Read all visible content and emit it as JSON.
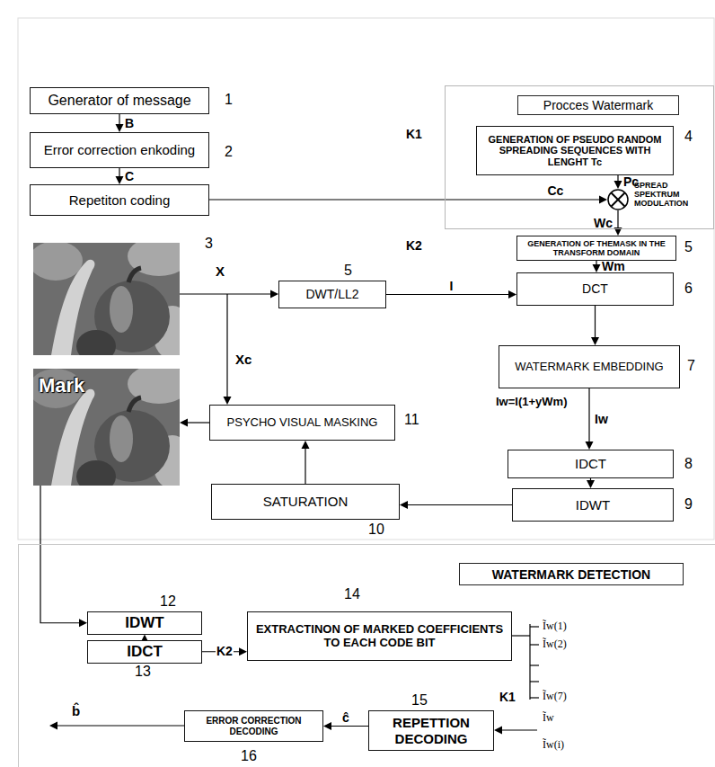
{
  "diagram": {
    "nodes": [
      {
        "text": [
          "Generator of message"
        ]
      },
      {
        "text": [
          "Error correction enkoding"
        ]
      },
      {
        "text": [
          "Repetiton coding"
        ]
      },
      {
        "text": [
          "Procces Watermark"
        ]
      },
      {
        "text": [
          "GENERATION OF PSEUDO RANDOM SPREADING SEQUENCES WITH LENGHT Tc"
        ],
        "in": 3
      },
      {
        "text": [
          "SPREAD SPEKTRUM MODULATION"
        ],
        "in": 3
      },
      {
        "text": [
          "GENERATION OF THEMASK IN THE TRANSFORM DOMAIN"
        ]
      },
      {
        "text": [
          "DWT/LL2"
        ]
      },
      {
        "text": [
          "DCT"
        ]
      },
      {
        "text": [
          "WATERMARK EMBEDDING"
        ]
      },
      {
        "text": [
          "Mark"
        ]
      },
      {
        "text": [
          "PSYCHO VISUAL MASKING"
        ]
      },
      {
        "text": [
          "IDCT"
        ]
      },
      {
        "text": [
          "SATURATION"
        ]
      },
      {
        "text": [
          "IDWT"
        ]
      },
      {
        "text": [
          "WATERMARK DETECTION"
        ]
      },
      {
        "text": [
          "IDWT"
        ],
        "in": 15
      },
      {
        "text": [
          "IDCT"
        ],
        "in": 15
      },
      {
        "text": [
          "EXTRACTINON OF MARKED COEFFICIENTS TO EACH CODE BIT"
        ],
        "in": 15
      },
      {
        "text": [
          "ERROR CORRECTION DECODING"
        ],
        "in": 15
      },
      {
        "text": [
          "REPETTION DECODING"
        ],
        "in": 15
      }
    ],
    "edges": [
      {
        "from": 0,
        "to": 1,
        "label": "B",
        "arrow": "to"
      },
      {
        "from": 1,
        "to": 2,
        "label": "C",
        "arrow": "to"
      },
      {
        "from": 2,
        "to": 5,
        "label": "Cc",
        "arrow": "to"
      },
      {
        "from": 4,
        "to": 5,
        "label": "Pc",
        "arrow": "to"
      },
      {
        "from": 5,
        "to": 6,
        "label": "Wc",
        "arrow": "to"
      },
      {
        "from": 6,
        "to": 8,
        "label": "Wm",
        "arrow": "to"
      },
      {
        "from": 7,
        "to": 8,
        "label": "I",
        "arrow": "to"
      },
      {
        "from": 8,
        "to": 9,
        "arrow": "to"
      },
      {
        "from": 9,
        "to": 12,
        "label": "Iw",
        "arrow": "to"
      },
      {
        "from": 12,
        "to": 14,
        "arrow": "to"
      },
      {
        "from": 14,
        "to": 13,
        "arrow": "to"
      },
      {
        "from": 13,
        "to": 11,
        "arrow": "to"
      },
      {
        "from": 11,
        "to": 10,
        "arrow": "to"
      },
      {
        "from": 10,
        "to": 16,
        "arrow": "to"
      },
      {
        "from": 17,
        "to": 16,
        "arrow": "to"
      },
      {
        "from": 17,
        "to": 18,
        "label": "K2",
        "arrow": "to"
      },
      {
        "from": 20,
        "to": 19,
        "label": "ĉ",
        "arrow": "to"
      }
    ],
    "labels": [
      "1",
      "2",
      "3",
      "K1",
      "4",
      "K2",
      "5",
      "X",
      "5",
      "6",
      "7",
      "Iw=I(1+yWm)",
      "8",
      "9",
      "11",
      "Xc",
      "10",
      "12",
      "13",
      "14",
      "Ĩw(1)",
      "Ĩw(2)",
      "Ĩw(7)",
      "K1",
      "15",
      "Ĩw",
      "Ĩw(i)",
      "b̂",
      "16"
    ]
  }
}
